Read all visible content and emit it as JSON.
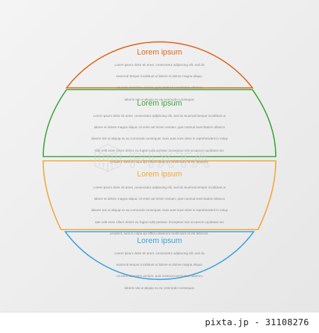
{
  "colors": {
    "orange": "#e0661c",
    "green": "#3ba53b",
    "amber": "#f0a838",
    "blue": "#3da4dc",
    "body_text": "#8a8a8a"
  },
  "sections": [
    {
      "title": "Lorem ipsum",
      "color": "#e0661c",
      "lines": [
        "Lorem ipsum dolor sit amet, consectetur adipiscing elit, sed do",
        "eiusmod tempor incididunt ut labore et dolore magna aliqua.",
        "Ut enim ad minim veniam, quis nostrud exercitation ullamco",
        "laboris nisi ut aliquip ex ea commodo consequat."
      ]
    },
    {
      "title": "Lorem ipsum",
      "color": "#3ba53b",
      "lines": [
        "Lorem ipsum dolor sit amet, consectetur adipiscing elit, sed do eiusmod tempor incididunt ut",
        "labore et dolore magna aliqua. Ut enim ad minim veniam, quis nostrud exercitation ullamco",
        "laboris nisi ut aliquip ex ea commodo consequat. Duis aute irure dolor in reprehenderit in volup",
        "tate velit esse cillum dolore eu fugiat nulla pariatur. Excepteur sint occaecat cupidatat non",
        "proident, sunt in culpa qui officia deserunt mollit anim id est laborum."
      ]
    },
    {
      "title": "Lorem ipsum",
      "color": "#f0a838",
      "lines": [
        "Lorem ipsum dolor sit amet, consectetur adipiscing elit, sed do eiusmod tempor incididunt ut",
        "labore et dolore magna aliqua. Ut enim ad minim veniam, quis nostrud exercitation ullamco",
        "laboris nisi ut aliquip ex ea commodo consequat. Duis aute irure dolor in reprehenderit in volup",
        "tate velit esse cillum dolore eu fugiat nulla pariatur. Excepteur sint occaecat cupidatat non",
        "proident, sunt in culpa qui officia deserunt mollit anim id est laborum."
      ]
    },
    {
      "title": "Lorem ipsum",
      "color": "#3da4dc",
      "lines": [
        "Lorem ipsum dolor sit amet, consectetur adipiscing elit, sed do",
        "eiusmod tempor incididunt ut labore et dolore magna aliqua.",
        "Ut enim ad minim veniam, quis nostrud exercitation ullamco",
        "laboris nisi ut aliquip ex ea commodo consequat."
      ]
    }
  ],
  "watermark": {
    "text": "PIXTA",
    "logo_icon": "pixta-logo-icon"
  },
  "footer": {
    "text": "pixta.jp - 31108276"
  }
}
